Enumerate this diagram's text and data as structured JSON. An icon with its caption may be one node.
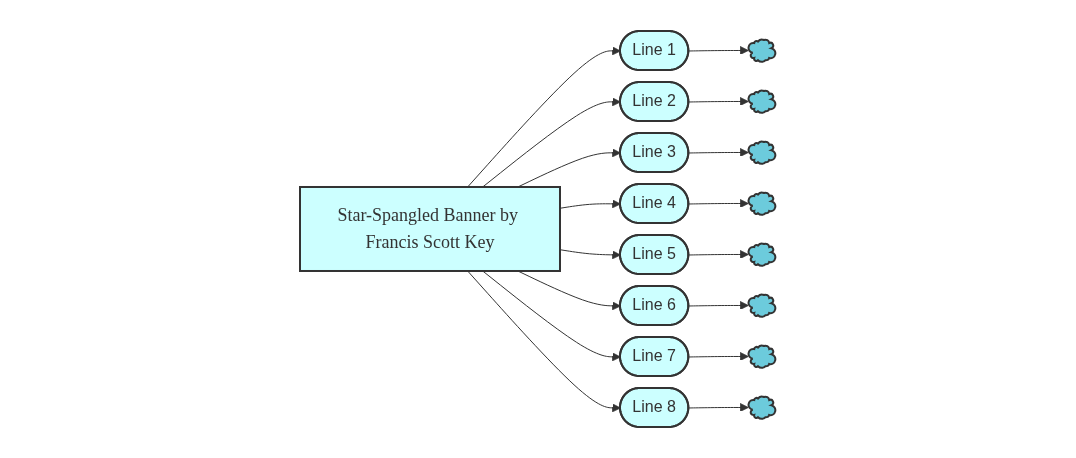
{
  "diagram": {
    "nodes": [
      {
        "text": [
          "Star-Spangled Banner by Francis Scott Key"
        ]
      },
      {
        "text": [
          "Line 1"
        ]
      },
      {
        "text": [
          "Line 2"
        ]
      },
      {
        "text": [
          "Line 3"
        ]
      },
      {
        "text": [
          "Line 4"
        ]
      },
      {
        "text": [
          "Line 5"
        ]
      },
      {
        "text": [
          "Line 6"
        ]
      },
      {
        "text": [
          "Line 7"
        ]
      },
      {
        "text": [
          "Line 8"
        ]
      },
      {
        "text": [],
        "shape": "cloud"
      },
      {
        "text": [],
        "shape": "cloud"
      },
      {
        "text": [],
        "shape": "cloud"
      },
      {
        "text": [],
        "shape": "cloud"
      },
      {
        "text": [],
        "shape": "cloud"
      },
      {
        "text": [],
        "shape": "cloud"
      },
      {
        "text": [],
        "shape": "cloud"
      },
      {
        "text": [],
        "shape": "cloud"
      }
    ],
    "edges": [
      {
        "from": 0,
        "to": 1,
        "arrow": "to"
      },
      {
        "from": 0,
        "to": 2,
        "arrow": "to"
      },
      {
        "from": 0,
        "to": 3,
        "arrow": "to"
      },
      {
        "from": 0,
        "to": 4,
        "arrow": "to"
      },
      {
        "from": 0,
        "to": 5,
        "arrow": "to"
      },
      {
        "from": 0,
        "to": 6,
        "arrow": "to"
      },
      {
        "from": 0,
        "to": 7,
        "arrow": "to"
      },
      {
        "from": 0,
        "to": 8,
        "arrow": "to"
      },
      {
        "from": 1,
        "to": 9,
        "arrow": "to"
      },
      {
        "from": 2,
        "to": 10,
        "arrow": "to"
      },
      {
        "from": 3,
        "to": 11,
        "arrow": "to"
      },
      {
        "from": 4,
        "to": 12,
        "arrow": "to"
      },
      {
        "from": 5,
        "to": 13,
        "arrow": "to"
      },
      {
        "from": 6,
        "to": 14,
        "arrow": "to"
      },
      {
        "from": 7,
        "to": 15,
        "arrow": "to"
      },
      {
        "from": 8,
        "to": 16,
        "arrow": "to"
      }
    ]
  }
}
